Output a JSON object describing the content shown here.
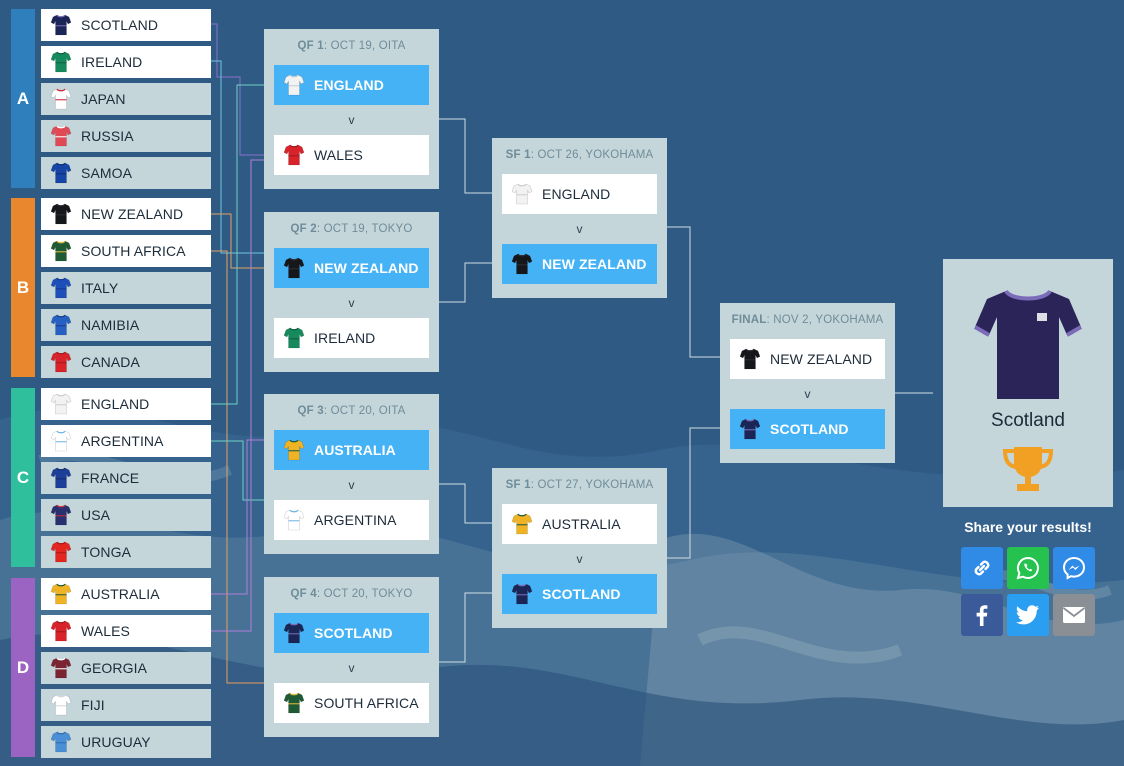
{
  "groups": [
    {
      "letter": "A",
      "color": "#2e7fbb",
      "teams": [
        {
          "name": "SCOTLAND",
          "icon": "scotland-jersey-icon",
          "jersey": "#1b2656",
          "stripe": "#7b6bb8",
          "selected": true
        },
        {
          "name": "IRELAND",
          "icon": "ireland-jersey-icon",
          "jersey": "#168a5c",
          "stripe": "#0d5f3f",
          "selected": true
        },
        {
          "name": "JAPAN",
          "icon": "japan-jersey-icon",
          "jersey": "#ffffff",
          "stripe": "#d0203a",
          "selected": false
        },
        {
          "name": "RUSSIA",
          "icon": "russia-jersey-icon",
          "jersey": "#e04a55",
          "stripe": "#ffffff",
          "selected": false
        },
        {
          "name": "SAMOA",
          "icon": "samoa-jersey-icon",
          "jersey": "#1645a5",
          "stripe": "#0c2f7a",
          "selected": false
        }
      ]
    },
    {
      "letter": "B",
      "color": "#e8872e",
      "teams": [
        {
          "name": "NEW ZEALAND",
          "icon": "new-zealand-jersey-icon",
          "jersey": "#15171b",
          "stripe": "#2b2e34",
          "selected": true
        },
        {
          "name": "SOUTH AFRICA",
          "icon": "south-africa-jersey-icon",
          "jersey": "#1e5a34",
          "stripe": "#e2b73a",
          "selected": true
        },
        {
          "name": "ITALY",
          "icon": "italy-jersey-icon",
          "jersey": "#1d4fb8",
          "stripe": "#143a8c",
          "selected": false
        },
        {
          "name": "NAMIBIA",
          "icon": "namibia-jersey-icon",
          "jersey": "#2660c2",
          "stripe": "#1b3f87",
          "selected": false
        },
        {
          "name": "CANADA",
          "icon": "canada-jersey-icon",
          "jersey": "#d8232a",
          "stripe": "#9e1a1f",
          "selected": false
        }
      ]
    },
    {
      "letter": "C",
      "color": "#2fbf9d",
      "teams": [
        {
          "name": "ENGLAND",
          "icon": "england-jersey-icon",
          "jersey": "#f2f2f2",
          "stripe": "#c9ccd2",
          "selected": true
        },
        {
          "name": "ARGENTINA",
          "icon": "argentina-jersey-icon",
          "jersey": "#ffffff",
          "stripe": "#6fb6e8",
          "selected": true
        },
        {
          "name": "FRANCE",
          "icon": "france-jersey-icon",
          "jersey": "#1c3f98",
          "stripe": "#132d70",
          "selected": false
        },
        {
          "name": "USA",
          "icon": "usa-jersey-icon",
          "jersey": "#2a2f6e",
          "stripe": "#c8323c",
          "selected": false
        },
        {
          "name": "TONGA",
          "icon": "tonga-jersey-icon",
          "jersey": "#e3261f",
          "stripe": "#a81a15",
          "selected": false
        }
      ]
    },
    {
      "letter": "D",
      "color": "#9b63c2",
      "teams": [
        {
          "name": "AUSTRALIA",
          "icon": "australia-jersey-icon",
          "jersey": "#f0b323",
          "stripe": "#1d5a3a",
          "selected": true
        },
        {
          "name": "WALES",
          "icon": "wales-jersey-icon",
          "jersey": "#d8232a",
          "stripe": "#9e1a1f",
          "selected": true
        },
        {
          "name": "GEORGIA",
          "icon": "georgia-jersey-icon",
          "jersey": "#7a2531",
          "stripe": "#ffffff",
          "selected": false
        },
        {
          "name": "FIJI",
          "icon": "fiji-jersey-icon",
          "jersey": "#ffffff",
          "stripe": "#d7d7d7",
          "selected": false
        },
        {
          "name": "URUGUAY",
          "icon": "uruguay-jersey-icon",
          "jersey": "#4a8fd6",
          "stripe": "#2e6cb0",
          "selected": false
        }
      ]
    }
  ],
  "quarterfinals": [
    {
      "code": "QF 1",
      "info": ": OCT 19, OITA",
      "winner": "top",
      "teams": [
        {
          "name": "ENGLAND",
          "icon": "england-jersey-icon",
          "jersey": "#f2f2f2",
          "stripe": "#c9ccd2"
        },
        {
          "name": "WALES",
          "icon": "wales-jersey-icon",
          "jersey": "#d8232a",
          "stripe": "#9e1a1f"
        }
      ]
    },
    {
      "code": "QF 2",
      "info": ": OCT 19, TOKYO",
      "winner": "top",
      "teams": [
        {
          "name": "NEW ZEALAND",
          "icon": "new-zealand-jersey-icon",
          "jersey": "#15171b",
          "stripe": "#2b2e34"
        },
        {
          "name": "IRELAND",
          "icon": "ireland-jersey-icon",
          "jersey": "#168a5c",
          "stripe": "#0d5f3f"
        }
      ]
    },
    {
      "code": "QF 3",
      "info": ": OCT 20, OITA",
      "winner": "top",
      "teams": [
        {
          "name": "AUSTRALIA",
          "icon": "australia-jersey-icon",
          "jersey": "#f0b323",
          "stripe": "#1d5a3a"
        },
        {
          "name": "ARGENTINA",
          "icon": "argentina-jersey-icon",
          "jersey": "#ffffff",
          "stripe": "#6fb6e8"
        }
      ]
    },
    {
      "code": "QF 4",
      "info": ": OCT 20, TOKYO",
      "winner": "top",
      "teams": [
        {
          "name": "SCOTLAND",
          "icon": "scotland-jersey-icon",
          "jersey": "#1b2656",
          "stripe": "#7b6bb8"
        },
        {
          "name": "SOUTH AFRICA",
          "icon": "south-africa-jersey-icon",
          "jersey": "#1e5a34",
          "stripe": "#e2b73a"
        }
      ]
    }
  ],
  "semifinals": [
    {
      "code": "SF 1",
      "info": ": OCT 26, YOKOHAMA",
      "winner": "bottom",
      "teams": [
        {
          "name": "ENGLAND",
          "icon": "england-jersey-icon",
          "jersey": "#f2f2f2",
          "stripe": "#c9ccd2"
        },
        {
          "name": "NEW ZEALAND",
          "icon": "new-zealand-jersey-icon",
          "jersey": "#15171b",
          "stripe": "#2b2e34"
        }
      ]
    },
    {
      "code": "SF 1",
      "info": ": OCT 27, YOKOHAMA",
      "winner": "bottom",
      "teams": [
        {
          "name": "AUSTRALIA",
          "icon": "australia-jersey-icon",
          "jersey": "#f0b323",
          "stripe": "#1d5a3a"
        },
        {
          "name": "SCOTLAND",
          "icon": "scotland-jersey-icon",
          "jersey": "#1b2656",
          "stripe": "#7b6bb8"
        }
      ]
    }
  ],
  "final": {
    "code": "FINAL",
    "info": ": NOV 2, YOKOHAMA",
    "winner": "bottom",
    "teams": [
      {
        "name": "NEW ZEALAND",
        "icon": "new-zealand-jersey-icon",
        "jersey": "#15171b",
        "stripe": "#2b2e34"
      },
      {
        "name": "SCOTLAND",
        "icon": "scotland-jersey-icon",
        "jersey": "#1b2656",
        "stripe": "#7b6bb8"
      }
    ]
  },
  "vs_label": "v",
  "champion": {
    "name": "Scotland",
    "icon": "scotland-jersey-icon",
    "jersey": "#2a2458",
    "stripe": "#7b6bb8",
    "trophy_icon": "trophy-icon",
    "trophy_color": "#f2a024"
  },
  "share": {
    "title": "Share your results!",
    "buttons": [
      {
        "id": "link",
        "icon": "link-icon",
        "color": "#2f8be6"
      },
      {
        "id": "whatsapp",
        "icon": "whatsapp-icon",
        "color": "#25c24f"
      },
      {
        "id": "messenger",
        "icon": "messenger-icon",
        "color": "#2f8be6"
      },
      {
        "id": "facebook",
        "icon": "facebook-icon",
        "color": "#3b5a9a"
      },
      {
        "id": "twitter",
        "icon": "twitter-icon",
        "color": "#2a9ef0"
      },
      {
        "id": "email",
        "icon": "email-icon",
        "color": "#8a8f96"
      }
    ]
  },
  "colors": {
    "background": "#2f5a84",
    "card": "#c5d6db",
    "winner": "#44b2f5"
  }
}
